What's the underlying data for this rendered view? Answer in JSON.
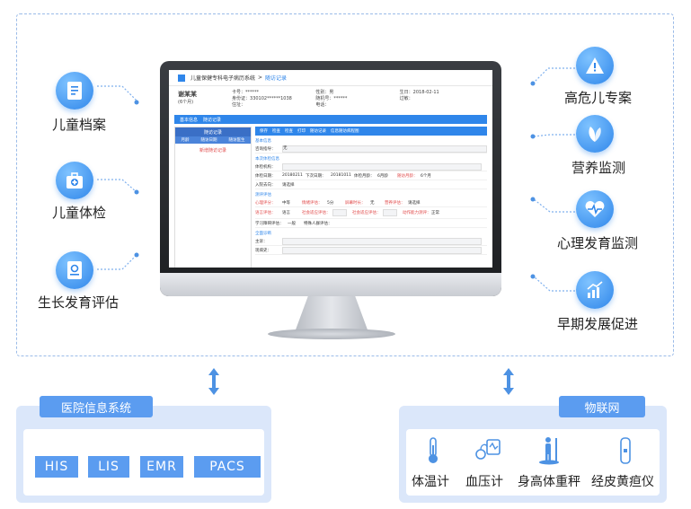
{
  "left_features": [
    {
      "label": "儿童档案",
      "icon": "child-file-icon"
    },
    {
      "label": "儿童体检",
      "icon": "medical-kit-icon"
    },
    {
      "label": "生长发育评估",
      "icon": "assessment-document-icon"
    }
  ],
  "right_features": [
    {
      "label": "高危儿专案",
      "icon": "warning-icon"
    },
    {
      "label": "营养监测",
      "icon": "leaf-icon"
    },
    {
      "label": "心理发育监测",
      "icon": "heart-pulse-icon"
    },
    {
      "label": "早期发展促进",
      "icon": "growth-chart-icon"
    }
  ],
  "screen": {
    "app_title": "儿童保健专科电子病历系统",
    "separator": ">",
    "page_title": "随访记录",
    "patient": {
      "name": "谢某某",
      "age": "(6个月)",
      "card_label": "卡号：",
      "card_value": "******",
      "id_label": "身份证：",
      "id_value": "330102******1038",
      "address_label": "住址：",
      "gender_label": "性别：",
      "gender_value": "男",
      "guardian_label": "随机号：",
      "guardian_value": "******",
      "phone_label": "电话：",
      "birth_label": "生日：",
      "birth_value": "2018-02-11",
      "note_label": "过敏："
    },
    "tabs": [
      "基本信息",
      "随访记录"
    ],
    "left_panel": {
      "header": "随访记录",
      "columns": [
        "月龄",
        "随访日期",
        "随访医生"
      ],
      "link": "新增随访记录"
    },
    "toolbar": [
      "保存",
      "检查",
      "检查",
      "打印",
      "随访记录",
      "信息随访病程图"
    ],
    "sections": {
      "basic": "基本信息",
      "sub_basic": "本次体检信息",
      "assessment": "测评评估",
      "guidance": "全面诊断"
    },
    "rows": {
      "guidance_label": "咨询指导：",
      "guidance_value": "无",
      "org_label": "体检机构：",
      "date_label": "体检日期：",
      "date_value": "20180211",
      "next_label": "下次日期：",
      "next_value": "20181011",
      "age_label": "体检月龄：",
      "age_value": "6月龄",
      "months_label": "随访月龄：",
      "months_value": "6个月",
      "doctor_label": "入院去向：",
      "doctor_value": "请选择",
      "psych_label": "心理评分：",
      "psych_value": "中等",
      "emotion_label": "情绪评估：",
      "emotion_value": "5分",
      "behavior_label": "屏幕时长：",
      "behavior_value": "无",
      "nutrition_label": "营养评估：",
      "nutrition_value": "请选择",
      "language_label": "语言评估：",
      "language_value": "语言",
      "social_label": "社会适应评估：",
      "social2_label": "社会适应评估：",
      "cognition_label": "动作能力测评：",
      "cognition_value": "正常",
      "learn_label": "学习障碍评估：",
      "learn_value": "一般",
      "other_label": "特殊人群评估：",
      "diag_label": "主诉：",
      "history_label": "现病史："
    }
  },
  "his_box": {
    "title": "医院信息系统",
    "systems": [
      "HIS",
      "LIS",
      "EMR",
      "PACS"
    ]
  },
  "iot_box": {
    "title": "物联网",
    "devices": [
      {
        "label": "体温计",
        "icon": "thermometer-icon"
      },
      {
        "label": "血压计",
        "icon": "blood-pressure-icon"
      },
      {
        "label": "身高体重秤",
        "icon": "height-scale-icon"
      },
      {
        "label": "经皮黄疸仪",
        "icon": "jaundice-meter-icon"
      }
    ]
  },
  "colors": {
    "accent": "#2f86ea",
    "light_accent": "#5b9cf0",
    "panel_bg": "#dbe7fa",
    "alert": "#e14b4b"
  }
}
